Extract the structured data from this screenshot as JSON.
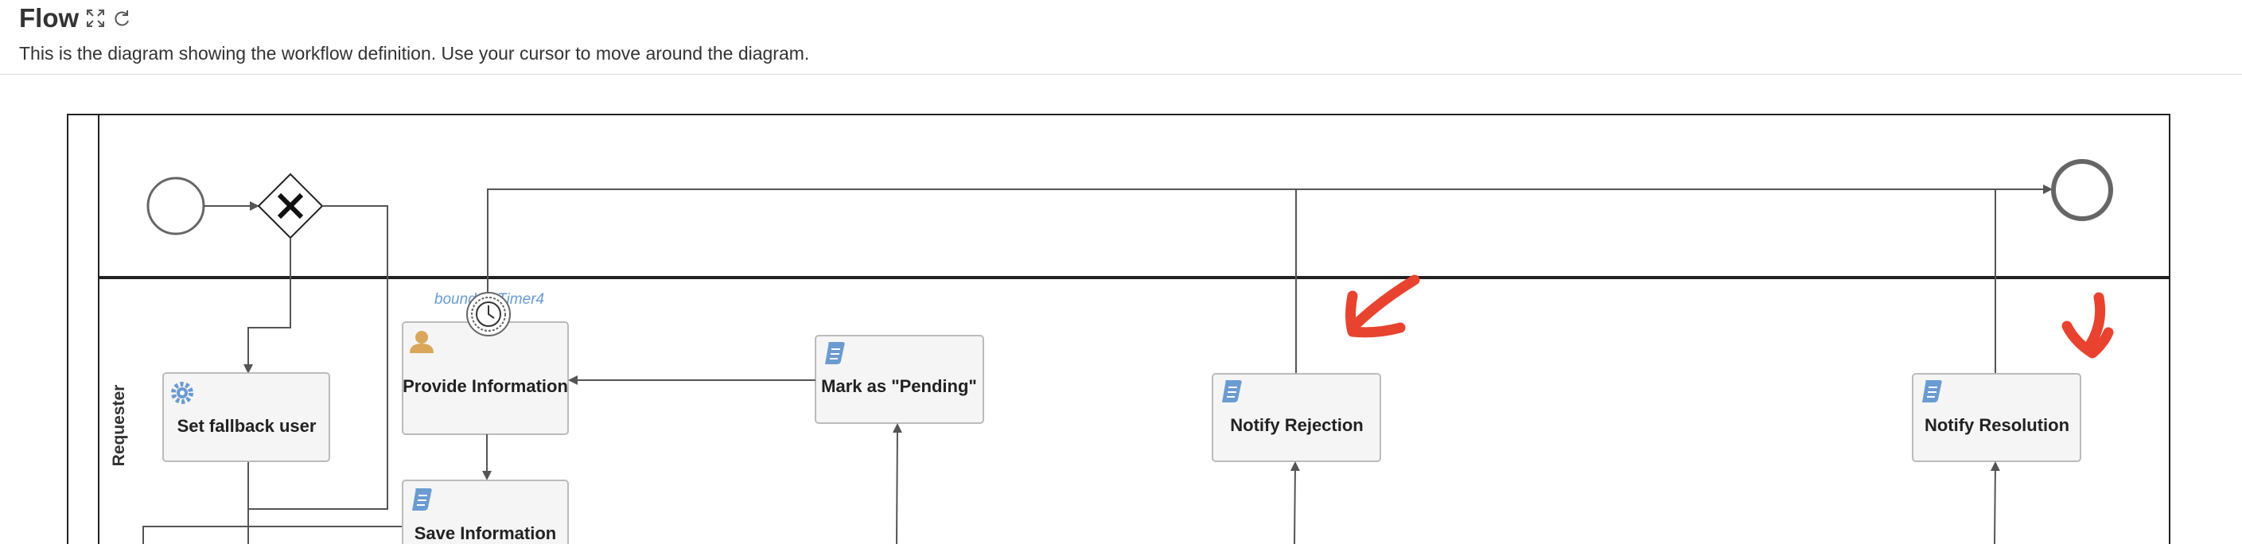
{
  "header": {
    "title": "Flow",
    "subtitle": "This is the diagram showing the workflow definition. Use your cursor to move around the diagram."
  },
  "icons": {
    "expand": "expand-icon",
    "refresh": "refresh-icon",
    "user": "user-task-icon",
    "service": "gear-icon",
    "script": "script-icon",
    "timer": "timer-icon"
  },
  "diagram": {
    "lane_label": "Requester",
    "boundary_event_label": "boundaryTimer4",
    "tasks": {
      "set_fallback_user": "Set fallback user",
      "provide_information": "Provide Information",
      "mark_pending": "Mark as \"Pending\"",
      "notify_rejection": "Notify Rejection",
      "notify_resolution": "Notify Resolution",
      "save_information": "Save Information"
    }
  },
  "colors": {
    "stroke": "#555555",
    "task_fill": "#f5f5f5",
    "task_border": "#bbbbbb",
    "icon_blue": "#6a9bd1",
    "user_icon": "#d9a65b",
    "annotation_red": "#e8432f"
  }
}
